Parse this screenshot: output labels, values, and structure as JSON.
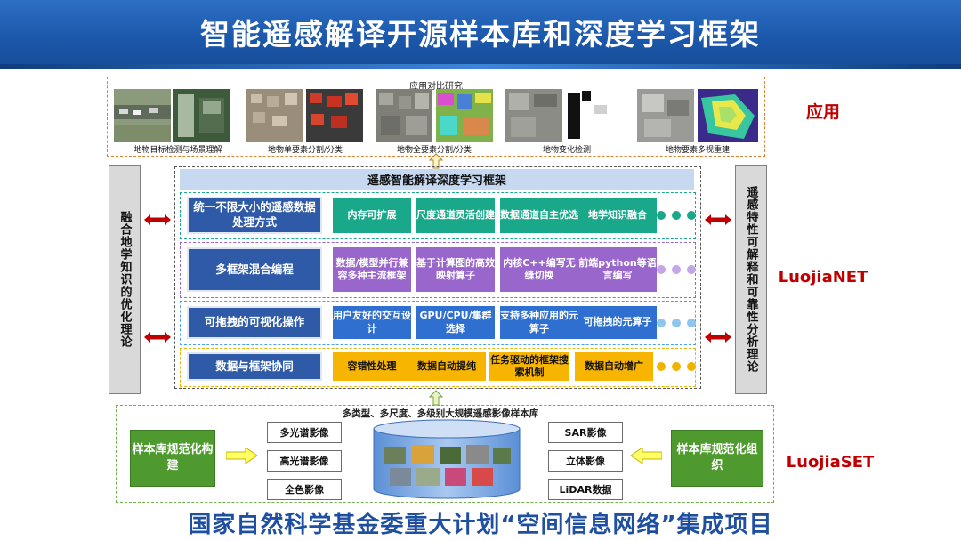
{
  "title": "智能遥感解译开源样本库和深度学习框架",
  "bottom_title": "国家自然科学基金委重大计划“空间信息网络”集成项目",
  "side_labels": {
    "application": "应用",
    "net": "LuojiaNET",
    "set": "LuojiaSET"
  },
  "application": {
    "caption": "应用对比研究",
    "items": [
      {
        "label": "地物目标检测与场景理解"
      },
      {
        "label": "地物单要素分割/分类"
      },
      {
        "label": "地物全要素分割/分类"
      },
      {
        "label": "地物变化检测"
      },
      {
        "label": "地物要素多视重建"
      }
    ]
  },
  "pillars": {
    "left": "融合地学知识的优化理论",
    "right": "遥感特性可解释和可靠性分析理论"
  },
  "framework": {
    "header": "遥感智能解译深度学习框架",
    "rows": [
      {
        "label": "统一不限大小的遥感数据处理方式",
        "cells": [
          "内存可扩展",
          "尺度通道灵活创建",
          "数据通道自主优选",
          "地学知识融合"
        ]
      },
      {
        "label": "多框架混合编程",
        "cells": [
          "数据/模型并行兼容多种主流框架",
          "基于计算图的高效映射算子",
          "内核C++编写无缝切换",
          "前端python等语言编写"
        ]
      },
      {
        "label": "可拖拽的可视化操作",
        "cells": [
          "用户友好的交互设计",
          "GPU/CPU/集群选择",
          "支持多种应用的元算子",
          "可拖拽的元算子"
        ]
      },
      {
        "label": "数据与框架协同",
        "cells": [
          "容错性处理",
          "数据自动提纯",
          "任务驱动的框架搜索机制",
          "数据自动增广"
        ]
      }
    ]
  },
  "dataset": {
    "caption": "多类型、多尺度、多级别大规模遥感影像样本库",
    "left_box": "样本库规范化构建",
    "right_box": "样本库规范化组织",
    "left_sources": [
      "多光谱影像",
      "高光谱影像",
      "全色影像"
    ],
    "right_sources": [
      "SAR影像",
      "立体影像",
      "LiDAR数据"
    ]
  },
  "colors": {
    "row1": "#1aa88a",
    "row2": "#9966cc",
    "row3": "#4aa3df",
    "row4": "#f0b400",
    "accent_red": "#c00000",
    "bottom_blue": "#1f4fa0"
  }
}
